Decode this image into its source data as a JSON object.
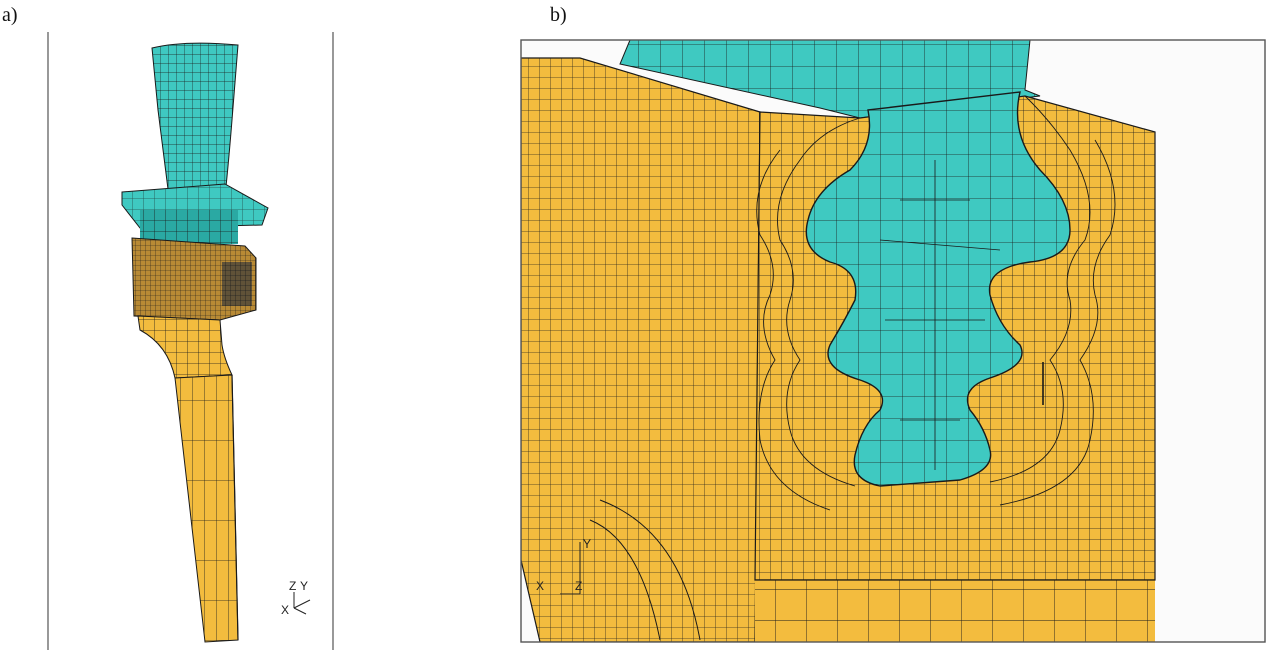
{
  "panels": [
    {
      "id": "a",
      "label": "a)"
    },
    {
      "id": "b",
      "label": "b)"
    }
  ],
  "triads": {
    "a": {
      "x": "X",
      "y": "Y",
      "z": "Z"
    },
    "b": {
      "x": "X",
      "y": "Y",
      "z": "Z"
    }
  },
  "colors": {
    "blade": "#3fc9c1",
    "blade_dark": "#2aa9a3",
    "disk": "#f3bc3e",
    "disk_dark": "#d89a22",
    "mesh": "#1a1a1a",
    "frame": "#555555"
  }
}
